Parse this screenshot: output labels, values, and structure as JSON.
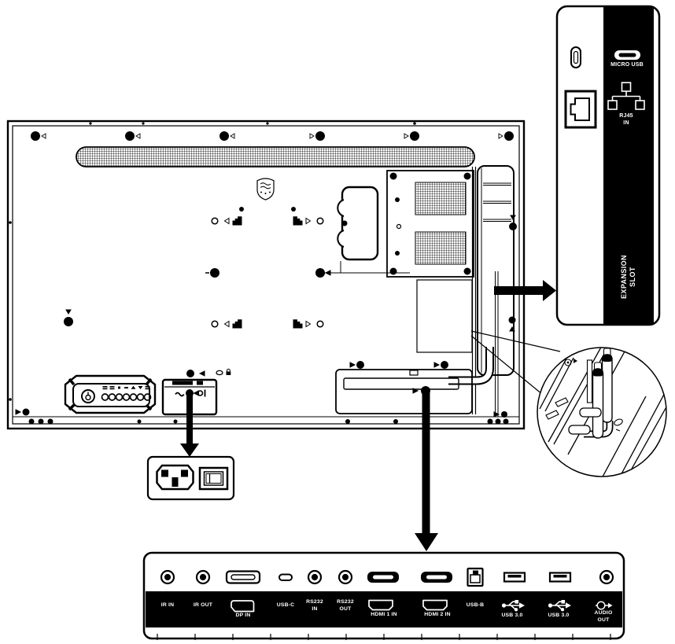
{
  "colors": {
    "background": "#ffffff",
    "line": "#000000",
    "panel_fill": "#000000",
    "panel_text": "#ffffff"
  },
  "rear_view": {
    "brand_icon": "philips-shield-icon",
    "details": [
      "keypad",
      "power-inlet",
      "kensington-lock",
      "vesa-mounts",
      "vent-grille",
      "expansion-bracket",
      "antenna-posts"
    ]
  },
  "expansion_panel": {
    "micro_usb": {
      "label": "MICRO USB",
      "icon": "micro-usb-icon"
    },
    "rj45": {
      "label": "RJ45 IN",
      "icon": "rj45-network-icon"
    },
    "slot": {
      "label": "EXPANSION SLOT"
    }
  },
  "bottom_panel": {
    "ports": [
      {
        "id": "ir-in",
        "label": "IR IN",
        "icon": "minijack-icon"
      },
      {
        "id": "ir-out",
        "label": "IR OUT",
        "icon": "minijack-icon"
      },
      {
        "id": "dp-in",
        "label": "DP IN",
        "icon": "displayport-icon"
      },
      {
        "id": "usb-c",
        "label": "USB-C",
        "icon": "usb-c-icon"
      },
      {
        "id": "rs232-in",
        "label": "RS232 IN",
        "icon": "minijack-icon"
      },
      {
        "id": "rs232-out",
        "label": "RS232 OUT",
        "icon": "minijack-icon"
      },
      {
        "id": "hdmi-1-in",
        "label": "HDMI 1 IN",
        "icon": "hdmi-icon"
      },
      {
        "id": "hdmi-2-in",
        "label": "HDMI 2 IN",
        "icon": "hdmi-icon"
      },
      {
        "id": "usb-b",
        "label": "USB-B",
        "icon": "usb-b-icon"
      },
      {
        "id": "usb-3-0-left",
        "label": "USB 3.0",
        "icon": "usb-trident-icon"
      },
      {
        "id": "usb-3-0-right",
        "label": "USB 3.0",
        "icon": "usb-trident-icon"
      },
      {
        "id": "audio-out",
        "label": "AUDIO OUT",
        "icon": "audio-out-icon"
      }
    ]
  }
}
